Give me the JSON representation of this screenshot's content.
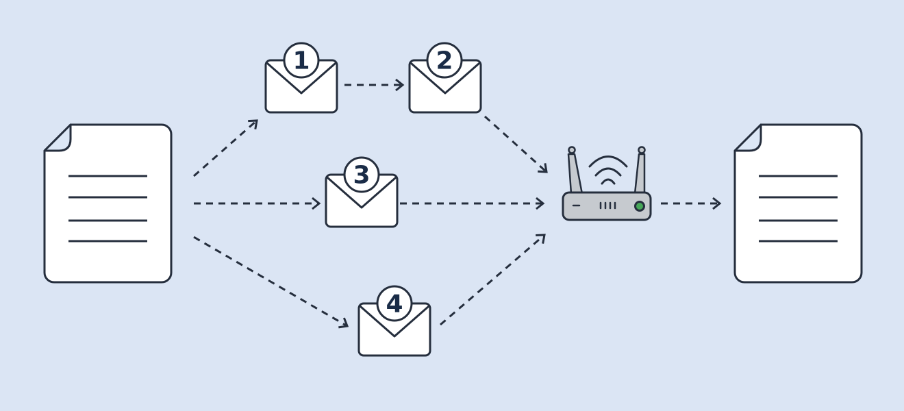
{
  "colors": {
    "background": "#dbe5f4",
    "outline": "#252e3d",
    "shape_fill": "#ffffff",
    "fold_fill": "#dce7f6",
    "router_body": "#c6cacf",
    "led_green": "#46a758",
    "badge_text": "#1a2c47"
  },
  "diagram": {
    "type": "packet-switching-flow",
    "source": {
      "icon": "document-icon",
      "text_lines": 4
    },
    "destination": {
      "icon": "document-icon",
      "text_lines": 4
    },
    "router": {
      "icon": "wifi-router-icon",
      "led_state": "green",
      "antennas": 2,
      "wifi_arcs": 3
    },
    "packets": [
      {
        "icon": "envelope-icon",
        "badge": "1"
      },
      {
        "icon": "envelope-icon",
        "badge": "2"
      },
      {
        "icon": "envelope-icon",
        "badge": "3"
      },
      {
        "icon": "envelope-icon",
        "badge": "4"
      }
    ],
    "connections": [
      {
        "from": "source-document",
        "to": "packet-1",
        "style": "dashed-arrow"
      },
      {
        "from": "packet-1",
        "to": "packet-2",
        "style": "dashed-arrow"
      },
      {
        "from": "packet-2",
        "to": "router",
        "style": "dashed-arrow"
      },
      {
        "from": "source-document",
        "to": "packet-3",
        "style": "dashed-arrow"
      },
      {
        "from": "packet-3",
        "to": "router",
        "style": "dashed-arrow"
      },
      {
        "from": "source-document",
        "to": "packet-4",
        "style": "dashed-arrow"
      },
      {
        "from": "packet-4",
        "to": "router",
        "style": "dashed-arrow"
      },
      {
        "from": "router",
        "to": "destination-document",
        "style": "dashed-arrow"
      }
    ]
  }
}
